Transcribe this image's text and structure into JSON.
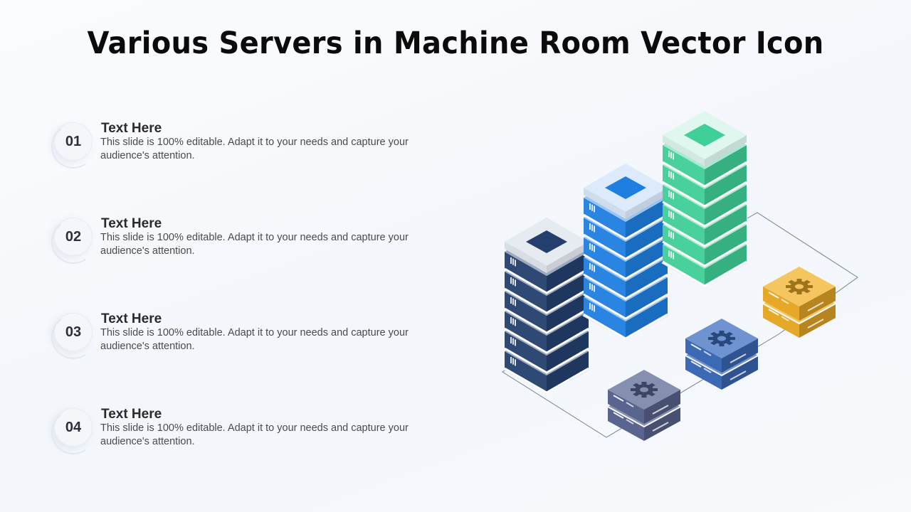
{
  "title": "Various Servers in Machine Room Vector Icon",
  "items": [
    {
      "number": "01",
      "heading": "Text Here",
      "text": "This slide is 100% editable. Adapt it to your  needs and capture your audience's attention."
    },
    {
      "number": "02",
      "heading": "Text Here",
      "text": "This slide is 100% editable. Adapt it to your  needs and capture your audience's attention."
    },
    {
      "number": "03",
      "heading": "Text Here",
      "text": "This slide is 100% editable. Adapt it to your  needs and capture your audience's attention."
    },
    {
      "number": "04",
      "heading": "Text Here",
      "text": "This slide is 100% editable. Adapt it to your  needs and capture your audience's attention."
    }
  ],
  "illustration": {
    "towers": [
      {
        "name": "navy-server-tower",
        "color": "#243f6e",
        "top_color": "#e6eaf1",
        "units": 6
      },
      {
        "name": "blue-server-tower",
        "color": "#1f7fe0",
        "top_color": "#dceafb",
        "units": 6
      },
      {
        "name": "green-server-tower",
        "color": "#3fcf98",
        "top_color": "#dff7ee",
        "units": 6
      }
    ],
    "nodes": [
      {
        "name": "gray-gear-server",
        "color": "#5e6a96"
      },
      {
        "name": "blue-gear-server",
        "color": "#3f6fc0"
      },
      {
        "name": "orange-gear-server",
        "color": "#f2b12b"
      }
    ]
  }
}
